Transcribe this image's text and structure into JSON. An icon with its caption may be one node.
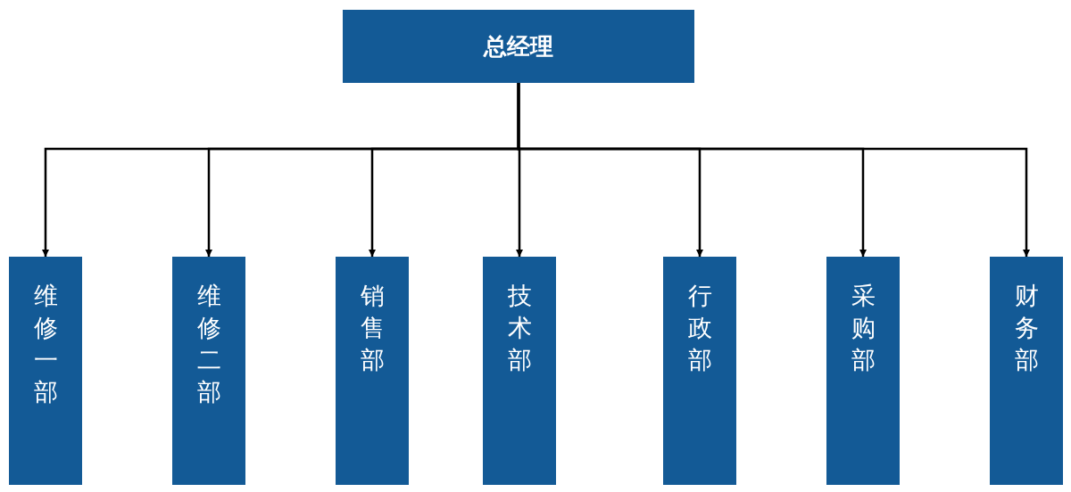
{
  "diagram": {
    "nodes": [
      {
        "text": [
          "总经理"
        ]
      },
      {
        "text": [
          "维修一部"
        ]
      },
      {
        "text": [
          "维修二部"
        ]
      },
      {
        "text": [
          "销售部"
        ]
      },
      {
        "text": [
          "技术部"
        ]
      },
      {
        "text": [
          "行政部"
        ]
      },
      {
        "text": [
          "采购部"
        ]
      },
      {
        "text": [
          "财务部"
        ]
      }
    ],
    "edges": [
      {
        "from": 0,
        "to": 1,
        "arrow": "to"
      },
      {
        "from": 0,
        "to": 2,
        "arrow": "to"
      },
      {
        "from": 0,
        "to": 3,
        "arrow": "to"
      },
      {
        "from": 0,
        "to": 4,
        "arrow": "to"
      },
      {
        "from": 0,
        "to": 5,
        "arrow": "to"
      },
      {
        "from": 0,
        "to": 6,
        "arrow": "to"
      },
      {
        "from": 0,
        "to": 7,
        "arrow": "to"
      }
    ]
  }
}
